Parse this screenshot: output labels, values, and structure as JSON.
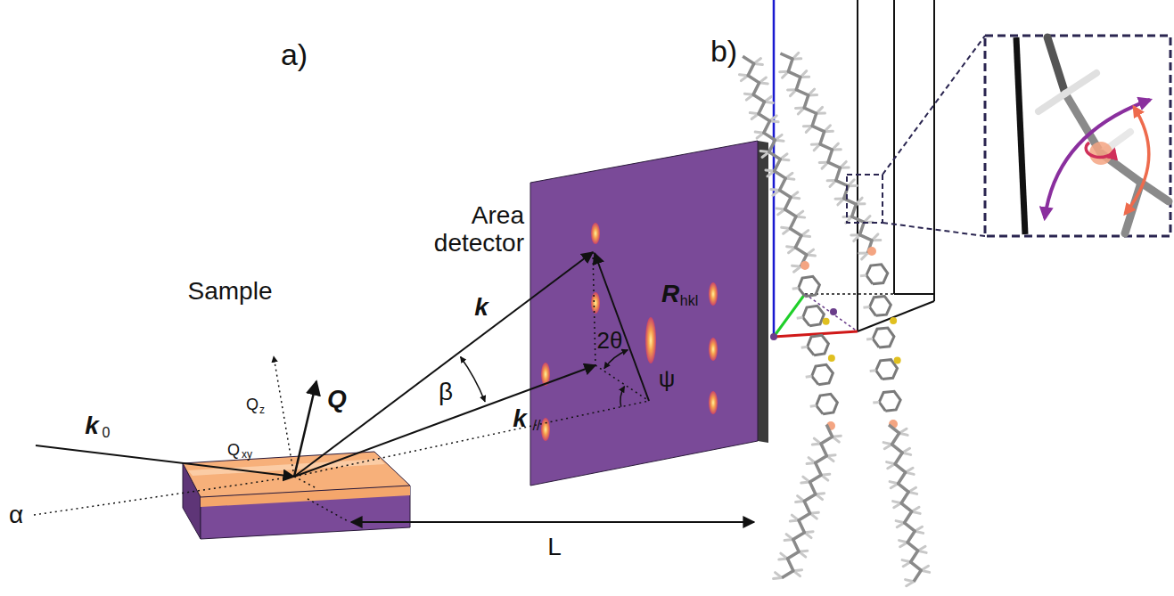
{
  "diagram": {
    "labels": [
      "a)",
      "b)",
      "Sample",
      "Area detector",
      "Q",
      "Q",
      "z",
      "Q",
      "xy",
      "k",
      "0",
      "α",
      "k",
      "β",
      "k",
      "//",
      "2θ",
      "ψ",
      "R",
      "hkl",
      "L"
    ]
  }
}
